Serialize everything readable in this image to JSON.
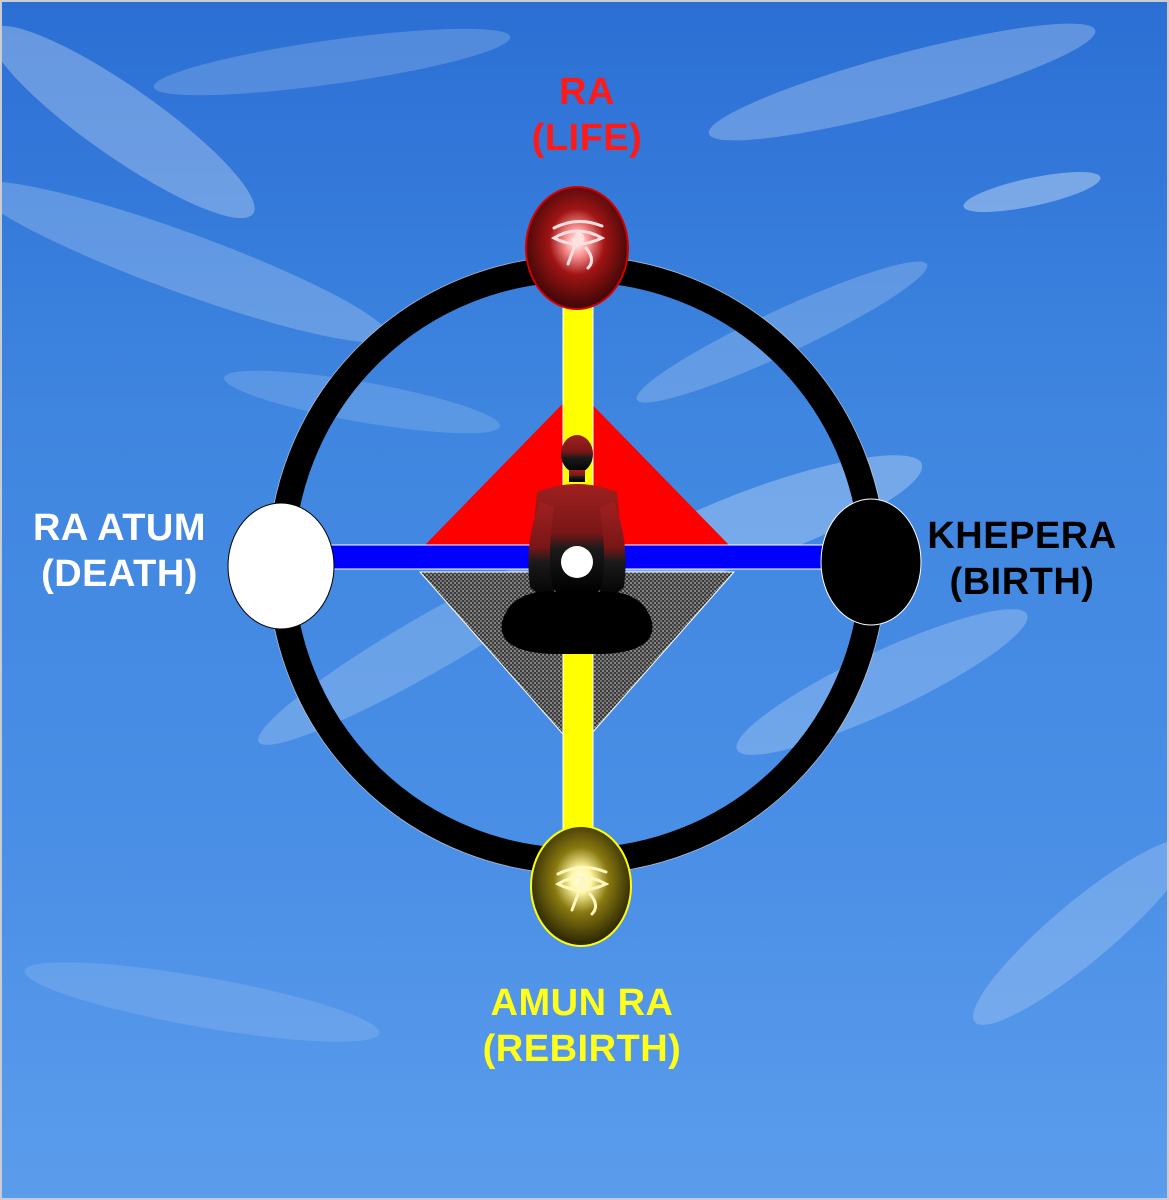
{
  "labels": {
    "top": {
      "name": "RA",
      "role": "(LIFE)",
      "color": "#ff1a1a"
    },
    "left": {
      "name": "RA ATUM",
      "role": "(DEATH)",
      "color": "#ffffff"
    },
    "right": {
      "name": "KHEPERA",
      "role": "(BIRTH)",
      "color": "#000000"
    },
    "bottom": {
      "name": "AMUN RA",
      "role": "(REBIRTH)",
      "color": "#ffff1a"
    }
  },
  "colors": {
    "sky_light": "#6aa6ea",
    "sky_dark": "#1f63cc",
    "ring": "#000000",
    "vertical_bar": "#ffff00",
    "horizontal_bar": "#0000ff",
    "upper_triangle": "#ff0000",
    "lower_triangle": "#5a5a5a",
    "top_node": "#4a0a0a",
    "bottom_node": "#2a2a00",
    "left_node": "#ffffff",
    "right_node": "#000000",
    "figure_upper": "#8b1a1a",
    "figure_lower": "#111111"
  },
  "icons": [
    "eye-of-horus-icon-red",
    "eye-of-horus-icon-gold",
    "meditating-figure-icon"
  ]
}
